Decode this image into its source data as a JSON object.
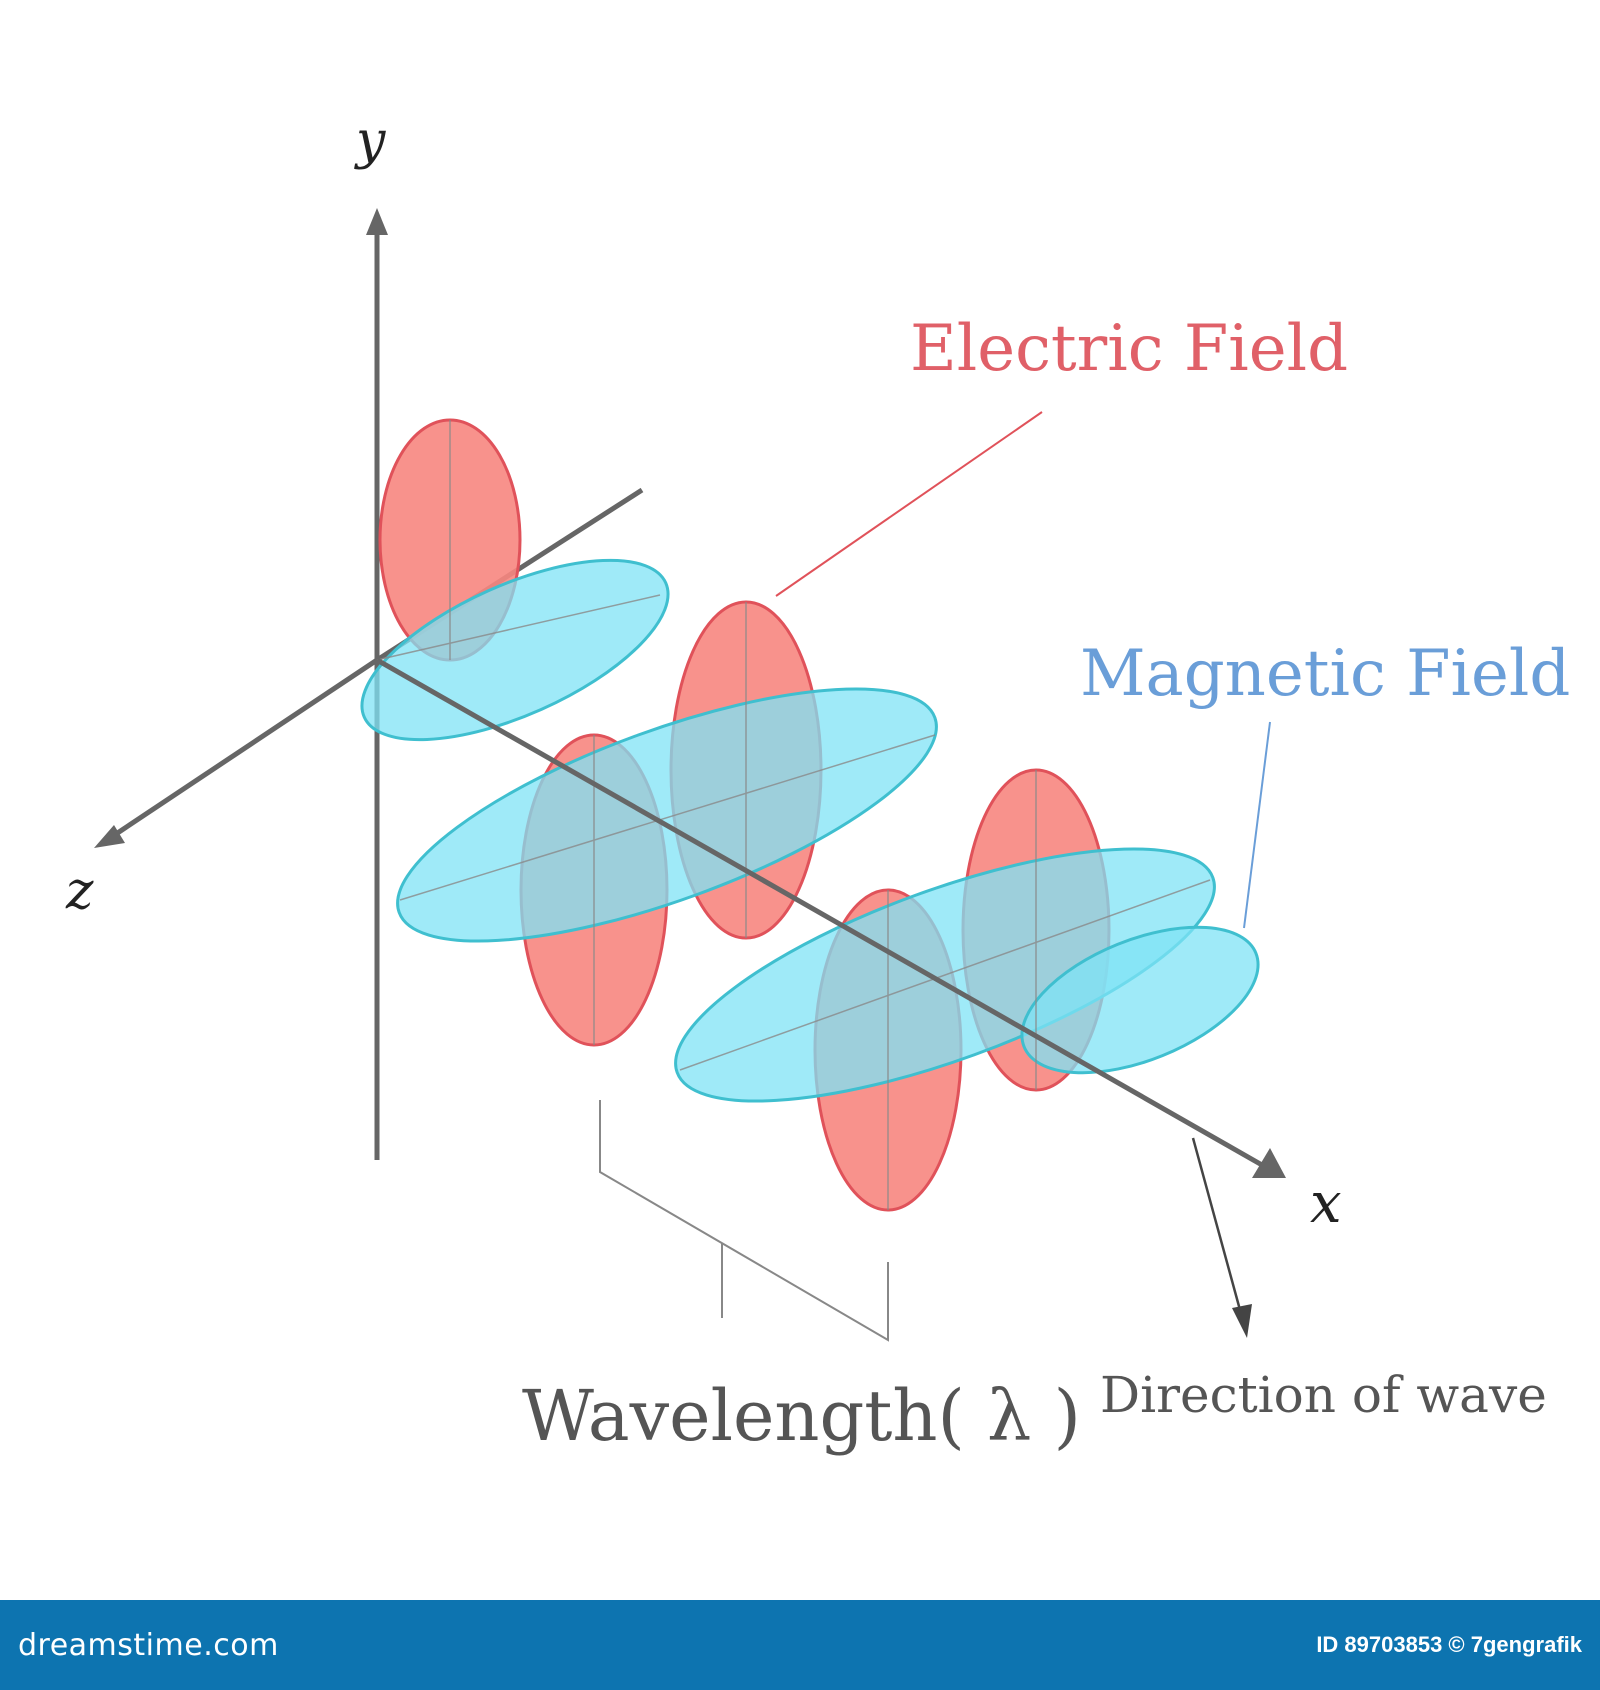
{
  "diagram": {
    "axis_labels": {
      "y": "y",
      "z": "z",
      "x": "x"
    },
    "electric_field_label": "Electric Field",
    "magnetic_field_label": "Magnetic Field",
    "wavelength_label": "Wavelength( λ )",
    "direction_label": "Direction of wave",
    "colors": {
      "electric_fill": "#f7867f",
      "electric_stroke": "#e0525a",
      "electric_text": "#e06068",
      "magnetic_fill": "#7fe3f5",
      "magnetic_stroke": "#3fbfcf",
      "magnetic_text": "#6a9ed8",
      "axis": "#666666",
      "text_dark": "#555555"
    }
  },
  "footer": {
    "site": "dreamstime.com",
    "credit": "ID 89703853 © 7gengrafik"
  }
}
